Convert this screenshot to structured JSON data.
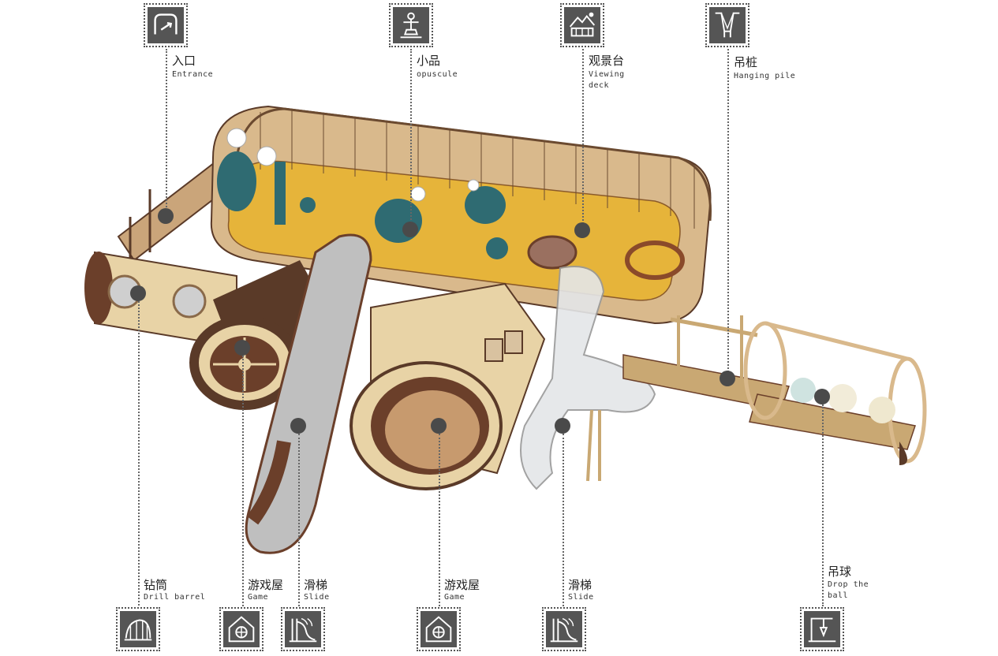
{
  "callouts": [
    {
      "id": "entrance",
      "cn": "入口",
      "en": "Entrance",
      "icon": "entrance-icon",
      "position": "top"
    },
    {
      "id": "opuscule",
      "cn": "小品",
      "en": "opuscule",
      "icon": "sculpture-icon",
      "position": "top"
    },
    {
      "id": "viewing-deck",
      "cn": "观景台",
      "en": "Viewing\ndeck",
      "icon": "viewing-deck-icon",
      "position": "top"
    },
    {
      "id": "hanging-pile",
      "cn": "吊桩",
      "en": "Hanging pile",
      "icon": "hanging-pile-icon",
      "position": "top"
    },
    {
      "id": "drill-barrel",
      "cn": "钻筒",
      "en": "Drill barrel",
      "icon": "drill-barrel-icon",
      "position": "bottom"
    },
    {
      "id": "game-1",
      "cn": "游戏屋",
      "en": "Game",
      "icon": "game-house-icon",
      "position": "bottom"
    },
    {
      "id": "slide-1",
      "cn": "滑梯",
      "en": "Slide",
      "icon": "slide-icon",
      "position": "bottom"
    },
    {
      "id": "game-2",
      "cn": "游戏屋",
      "en": "Game",
      "icon": "game-house-icon",
      "position": "bottom"
    },
    {
      "id": "slide-2",
      "cn": "滑梯",
      "en": "Slide",
      "icon": "slide-icon",
      "position": "bottom"
    },
    {
      "id": "drop-ball",
      "cn": "吊球",
      "en": "Drop the\nball",
      "icon": "drop-ball-icon",
      "position": "bottom"
    }
  ],
  "colors": {
    "icon_fill": "#555555",
    "leader": "#666666",
    "dot": "#4a4a4a",
    "cream": "#e8d3a6",
    "brown": "#5a3a28",
    "yellow": "#e6b43a",
    "teal": "#2f6b72"
  }
}
